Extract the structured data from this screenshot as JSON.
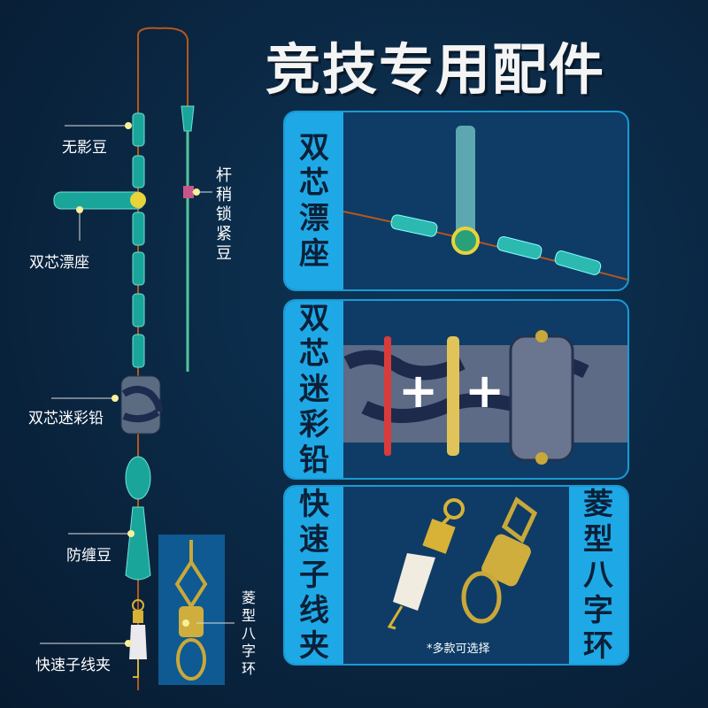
{
  "title": "竞技专用配件",
  "left_labels": {
    "wuyingdou": "无影豆",
    "float_seat": "双芯漂座",
    "rod_bean": "杆稍锁紧豆",
    "camo_lead": "双芯迷彩铅",
    "anti_tangle": "防缠豆",
    "quick_clip": "快速子线夹",
    "swivel": "菱型八字环"
  },
  "panels": [
    {
      "caption": "双芯漂座"
    },
    {
      "caption": "双芯迷彩铅",
      "plus_1": "+",
      "plus_2": "+"
    },
    {
      "caption_left": "快速子线夹",
      "caption_right": "菱型八字环",
      "note": "*多款可选择"
    }
  ]
}
